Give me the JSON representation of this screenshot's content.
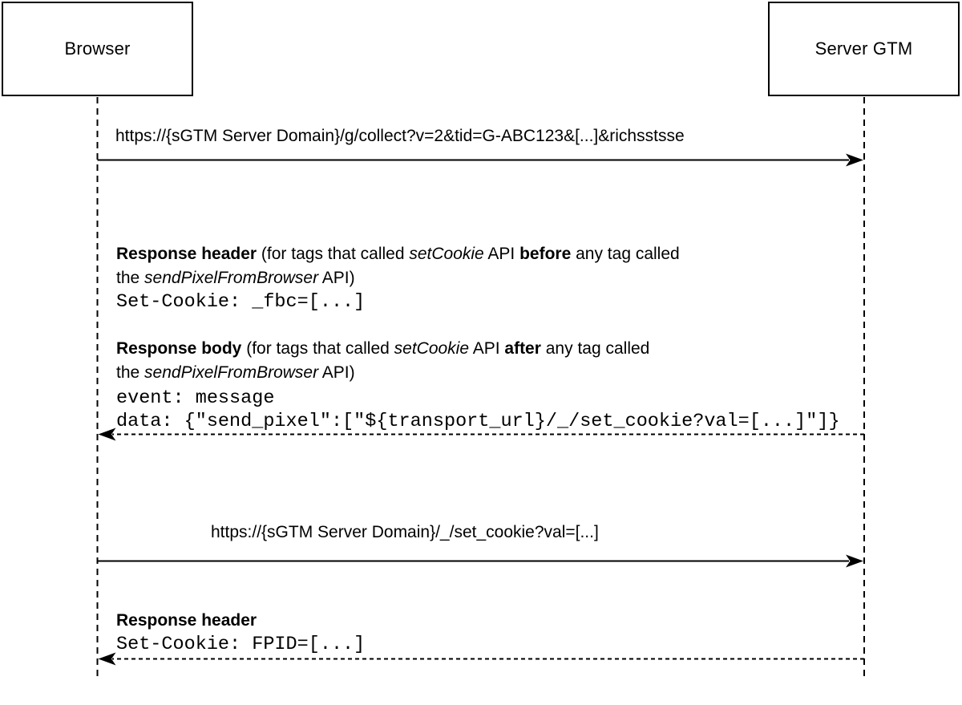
{
  "diagram": {
    "actors": {
      "left": "Browser",
      "right": "Server GTM"
    },
    "messages": {
      "request1": "https://{sGTM Server Domain}/g/collect?v=2&tid=G-ABC123&[...]&richsstsse",
      "response1": {
        "line1": [
          "Response header",
          " (for tags that called ",
          "setCookie",
          " API ",
          "before",
          " any tag called"
        ],
        "line2": [
          "the ",
          "sendPixelFromBrowser",
          " API)"
        ],
        "code": [
          "Set-Cookie: _fbc=[...]"
        ]
      },
      "response2": {
        "line1": [
          "Response body",
          " (for tags that called ",
          "setCookie",
          " API ",
          "after",
          " any tag called"
        ],
        "line2": [
          "the ",
          "sendPixelFromBrowser",
          " API)"
        ],
        "code": [
          "event: message",
          "data: {\"send_pixel\":[\"${transport_url}/_/set_cookie?val=[...]\"]}"
        ]
      },
      "request2": "https://{sGTM Server Domain}/_/set_cookie?val=[...]",
      "response3": {
        "line1": [
          "Response header"
        ],
        "code": [
          "Set-Cookie: FPID=[...]"
        ]
      }
    },
    "colors": {
      "stroke": "#000000",
      "text": "#000000",
      "background": "#ffffff"
    }
  }
}
